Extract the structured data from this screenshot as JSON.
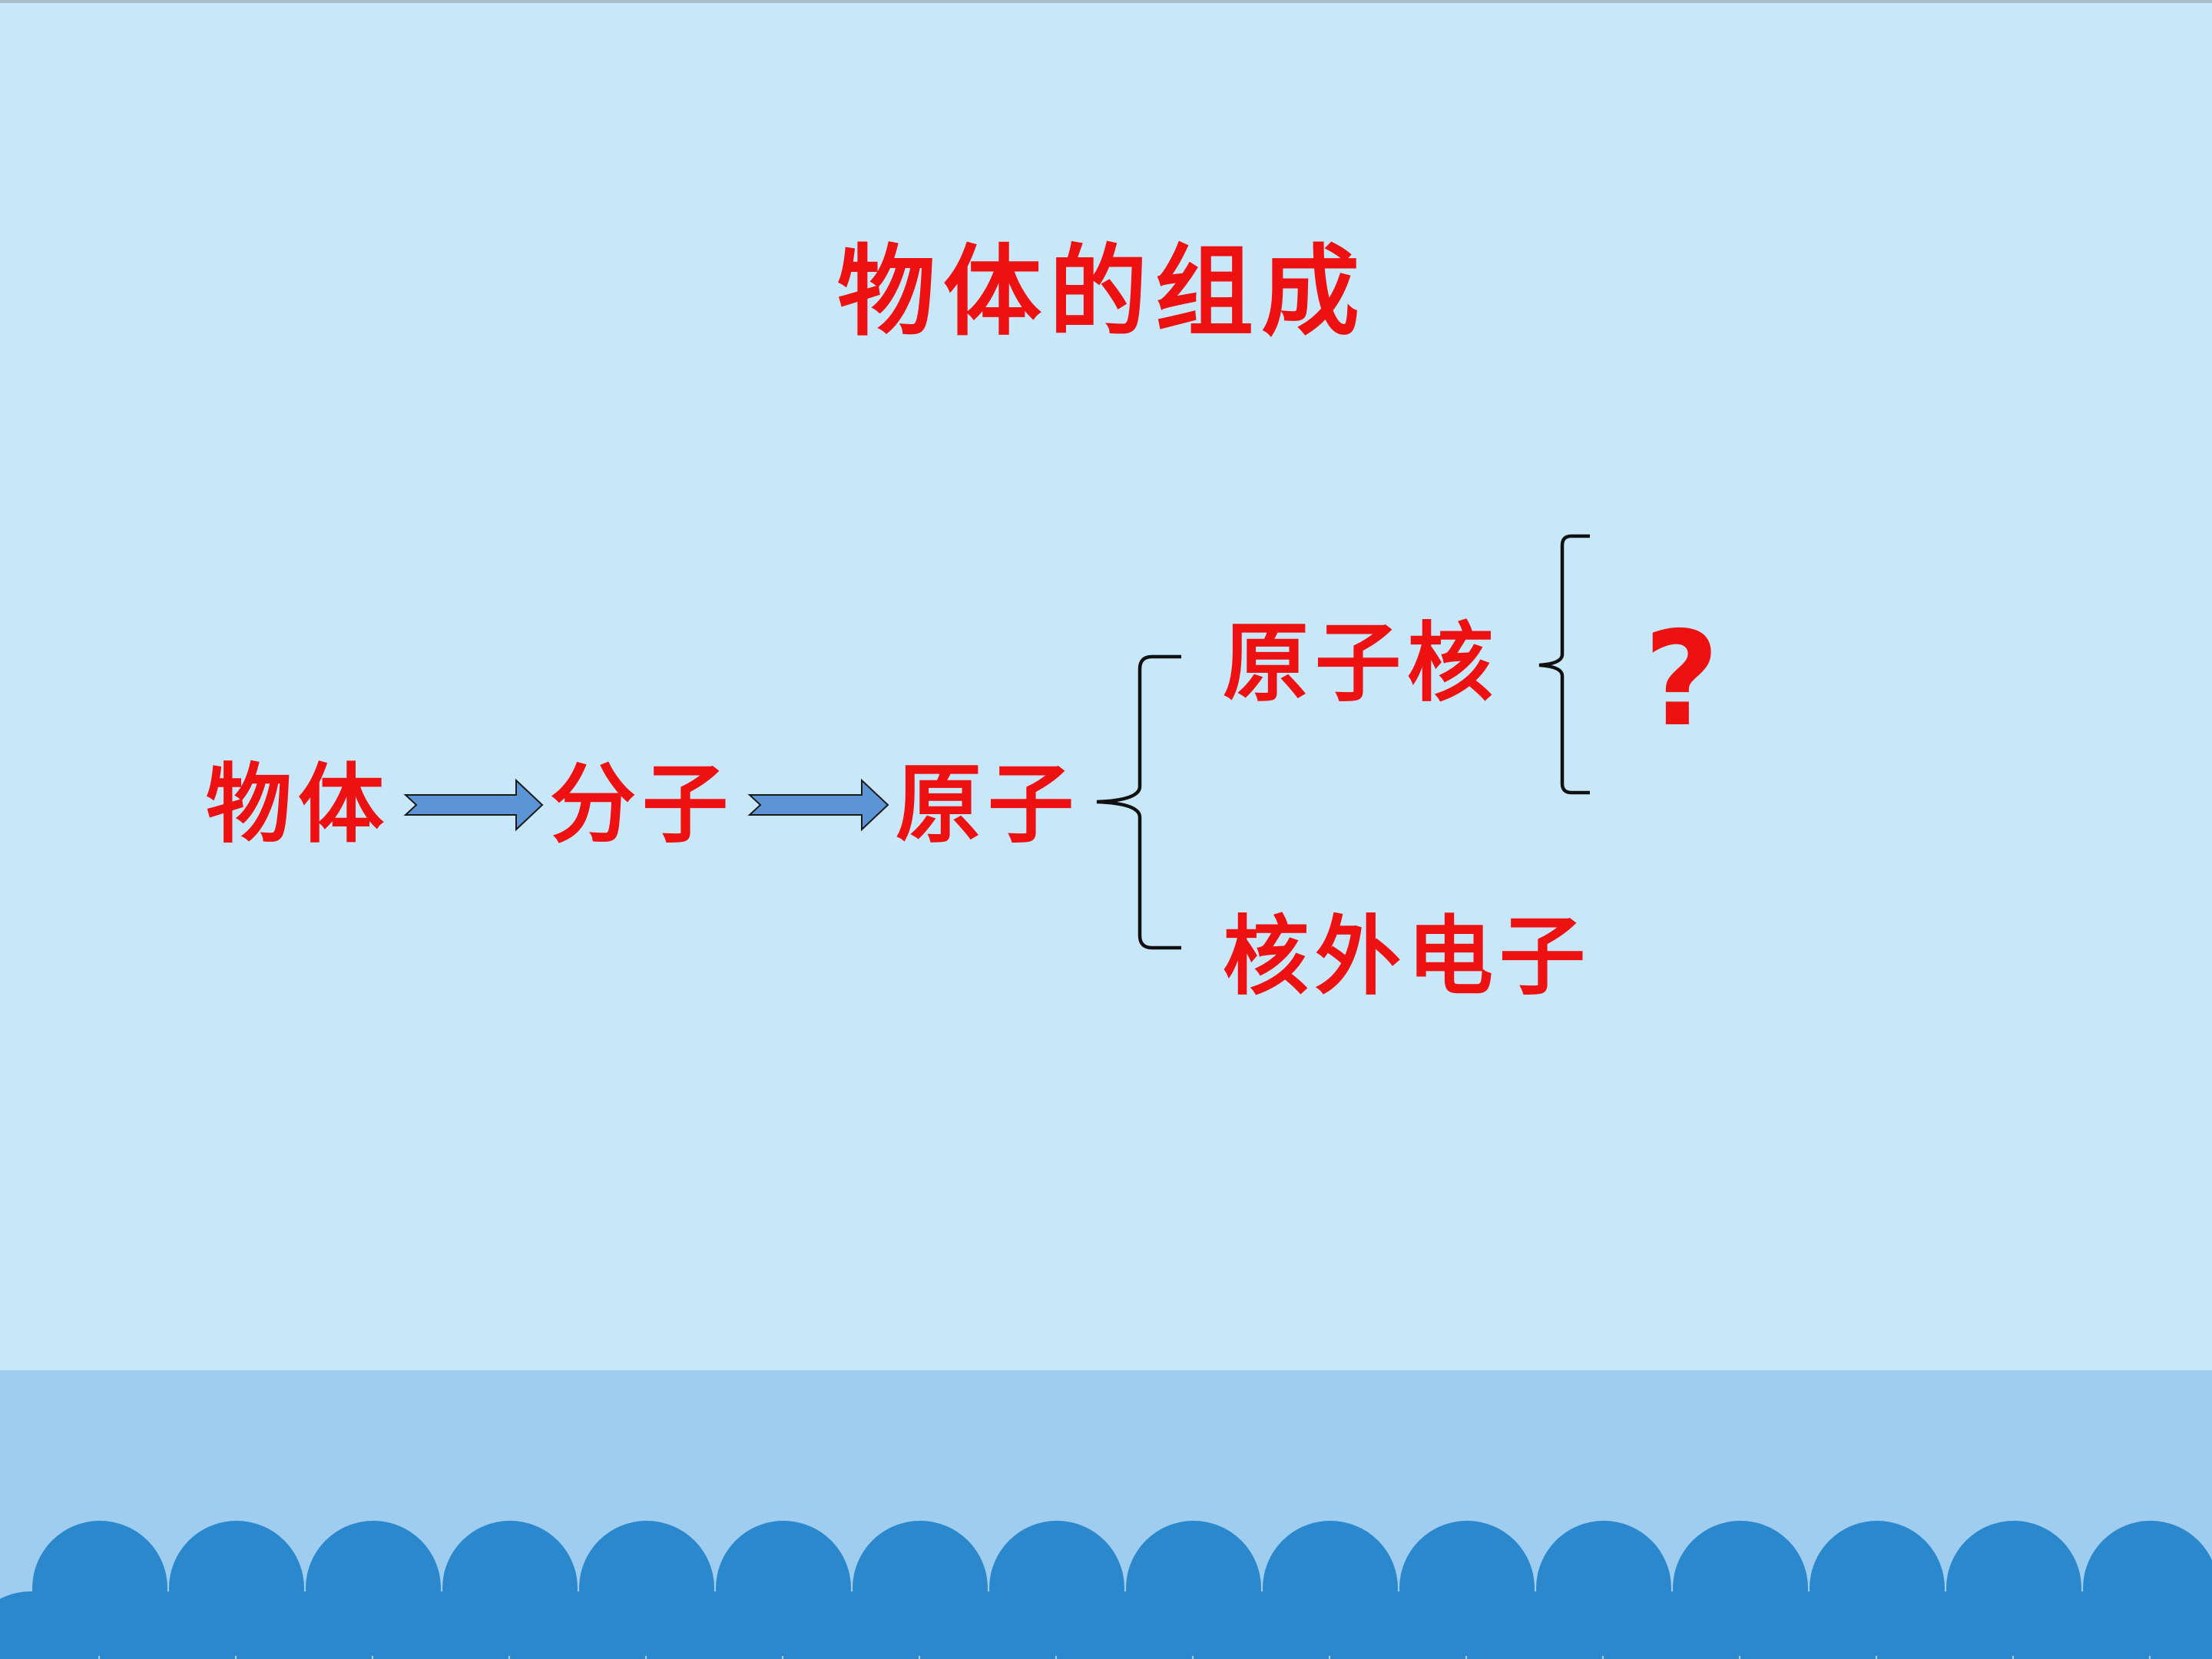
{
  "slide": {
    "title": "物体的组成",
    "background_color": "#c8e8fa",
    "text_color": "#ee1111"
  },
  "diagram": {
    "nodes": {
      "object": "物体",
      "molecule": "分子",
      "atom": "原子",
      "nucleus": "原子核",
      "electron": "核外电子",
      "question": "?"
    },
    "flow": [
      "物体",
      "分子",
      "原子"
    ],
    "arrow_color": "#5b95d6",
    "branches": [
      {
        "from": "原子",
        "to": [
          "原子核",
          "核外电子"
        ]
      },
      {
        "from": "原子核",
        "to": [
          "?"
        ]
      }
    ]
  },
  "decoration": {
    "sea_color": "#9fcdf0",
    "wave_color": "#2b88cc"
  }
}
